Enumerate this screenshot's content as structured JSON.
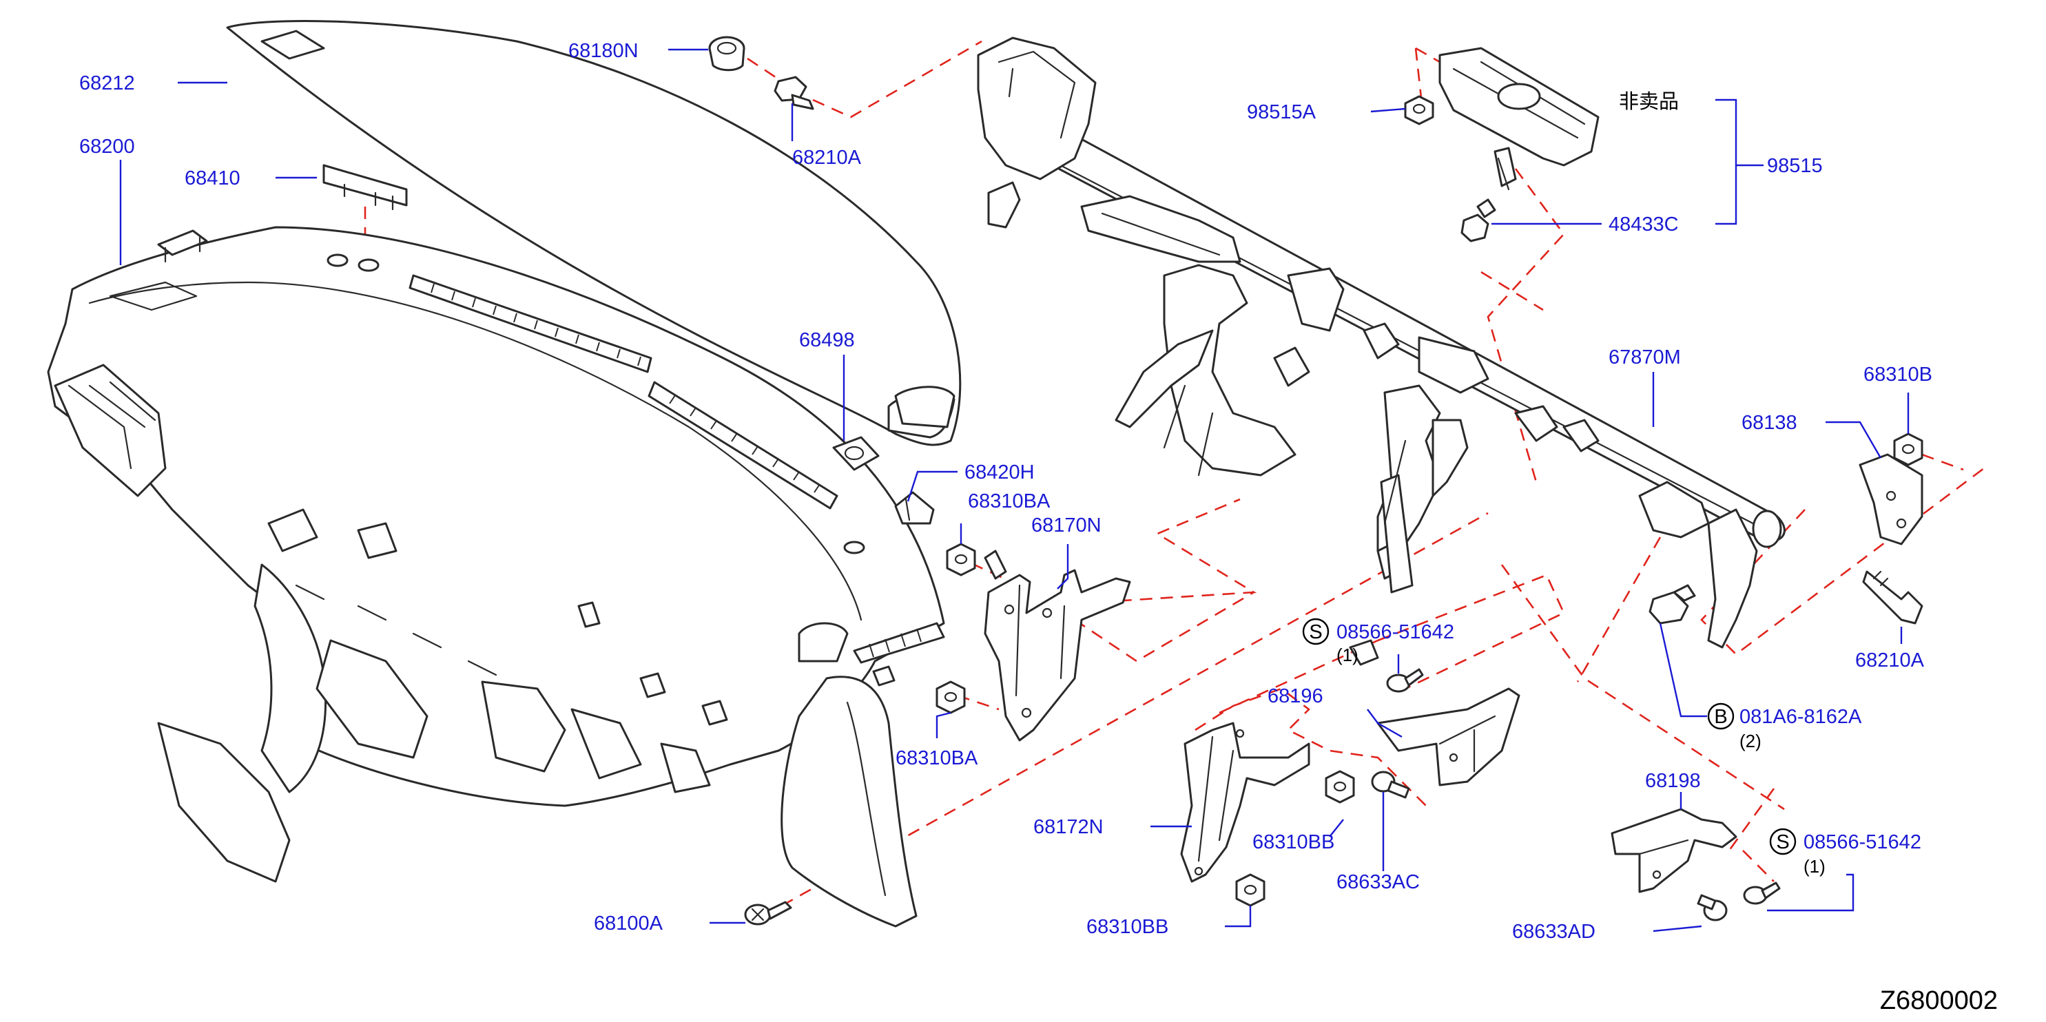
{
  "colors": {
    "label": "#1a1ad4",
    "leader": "#1a1ad4",
    "dash": "#e0241c",
    "ink": "#2a2a2a",
    "black": "#000000"
  },
  "parts": {
    "p68212": "68212",
    "p68200": "68200",
    "p68180N": "68180N",
    "p68210A_top": "68210A",
    "p68410": "68410",
    "p68498": "68498",
    "p68420H": "68420H",
    "p68310BA_a": "68310BA",
    "p68170N": "68170N",
    "p68310BA_b": "68310BA",
    "p68100A": "68100A",
    "p98515A": "98515A",
    "p98515": "98515",
    "p48433C": "48433C",
    "p67870M": "67870M",
    "p68138": "68138",
    "p68310B": "68310B",
    "p68210A_right": "68210A",
    "p08566_a": "08566-51642",
    "p08566_a_qty": "(1)",
    "p68196": "68196",
    "p68172N": "68172N",
    "p68310BB_a": "68310BB",
    "p68633AC": "68633AC",
    "p68310BB_b": "68310BB",
    "p081A6": "081A6-8162A",
    "p081A6_qty": "(2)",
    "p68198": "68198",
    "p08566_b": "08566-51642",
    "p08566_b_qty": "(1)",
    "p68633AD": "68633AD",
    "not_for_sale": "非卖品",
    "badge_s": "S",
    "badge_b": "B"
  },
  "diagram_code": "Z6800002"
}
